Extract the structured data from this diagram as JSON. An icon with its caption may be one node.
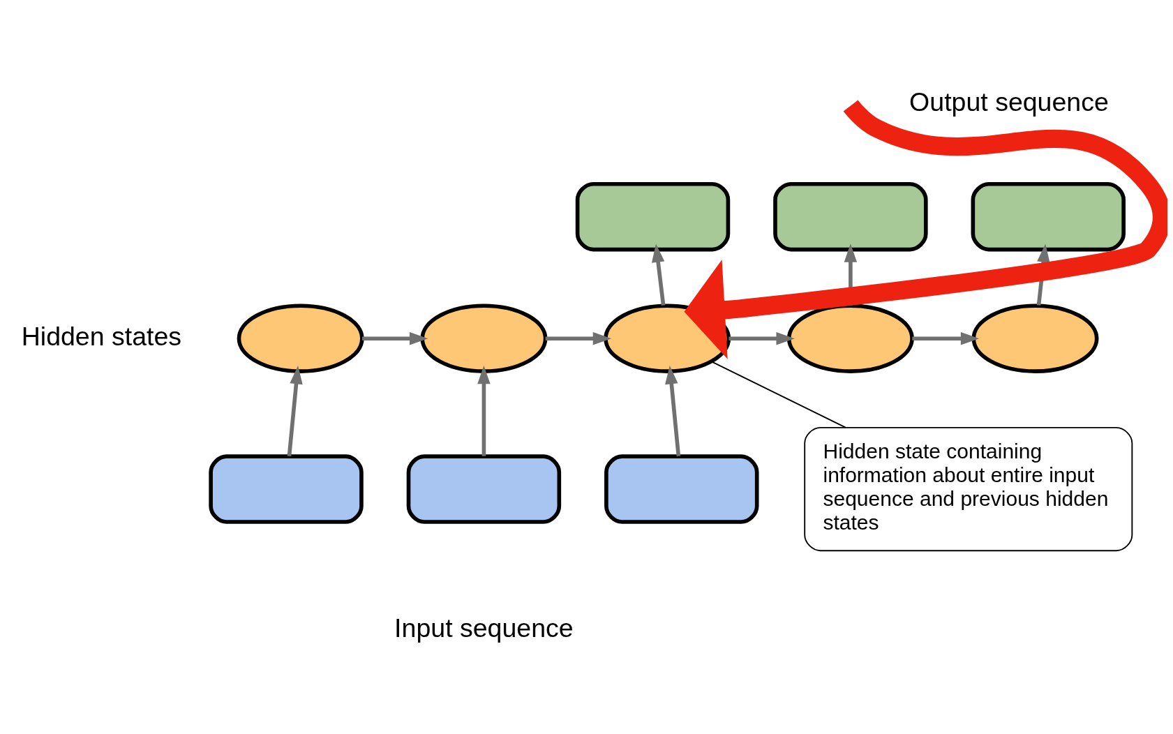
{
  "diagram": {
    "nodes": [
      {
        "text": [],
        "shape": "box"
      },
      {
        "text": [],
        "shape": "box"
      },
      {
        "text": [],
        "shape": "box"
      },
      {
        "text": [],
        "shape": "ellipse"
      },
      {
        "text": [],
        "shape": "ellipse"
      },
      {
        "text": [],
        "shape": "ellipse"
      },
      {
        "text": [],
        "shape": "ellipse"
      },
      {
        "text": [],
        "shape": "ellipse"
      },
      {
        "text": [],
        "shape": "box"
      },
      {
        "text": [],
        "shape": "box"
      },
      {
        "text": [],
        "shape": "box"
      },
      {
        "text": [
          "Hidden state containing information about entire input sequence and previous hidden states"
        ]
      }
    ],
    "edges": [
      {
        "from": 8,
        "to": 3,
        "arrow": "to"
      },
      {
        "from": 9,
        "to": 4,
        "arrow": "to"
      },
      {
        "from": 10,
        "to": 5,
        "arrow": "to"
      },
      {
        "from": 3,
        "to": 4,
        "arrow": "to"
      },
      {
        "from": 4,
        "to": 5,
        "arrow": "to"
      },
      {
        "from": 5,
        "to": 6,
        "arrow": "to"
      },
      {
        "from": 6,
        "to": 7,
        "arrow": "to"
      },
      {
        "from": 5,
        "to": 0,
        "arrow": "to"
      },
      {
        "from": 6,
        "to": 1,
        "arrow": "to"
      },
      {
        "from": 7,
        "to": 2,
        "arrow": "to"
      },
      {
        "from": 11,
        "to": 5,
        "arrow": "none",
        "color": "#000000"
      },
      {
        "from": null,
        "to": 5,
        "arrow": "to",
        "style": "thick",
        "color": "#ee2211"
      }
    ],
    "labels": [
      "Output sequence",
      "Hidden states",
      "Input sequence"
    ]
  }
}
